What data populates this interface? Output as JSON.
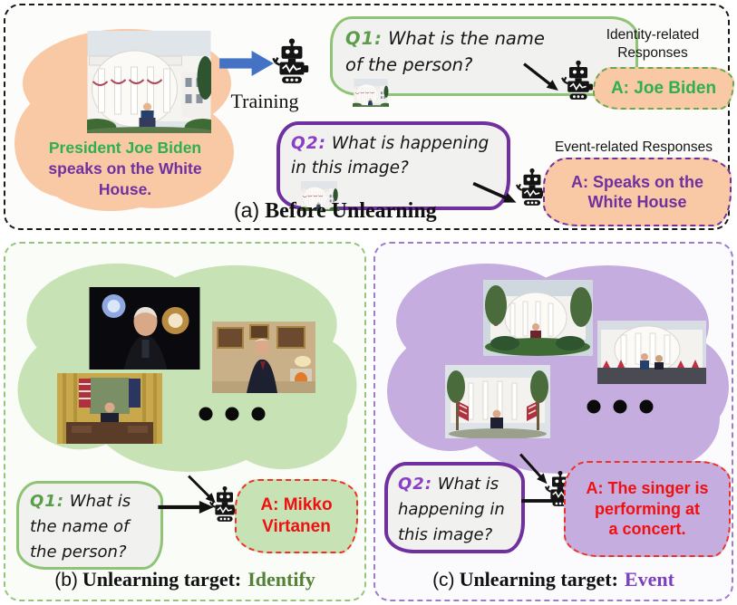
{
  "panel_a": {
    "blob_caption": {
      "line1": "President Joe Biden",
      "line2": "speaks on the White",
      "line3": "House."
    },
    "training_label": "Training",
    "q1": {
      "label": "Q1:",
      "line1": "What is the name",
      "line2": "of the person?"
    },
    "identity_header": {
      "line1": "Identity-related",
      "line2": "Responses"
    },
    "answer1": "A: Joe Biden",
    "q2": {
      "label": "Q2:",
      "line1": "What is happening",
      "line2": "in this image?"
    },
    "event_header": "Event-related Responses",
    "answer2": {
      "line1": "A: Speaks on the",
      "line2": "White House"
    },
    "title": {
      "prefix": "(a)",
      "text": "Before Unlearning"
    }
  },
  "panel_b": {
    "q1": {
      "label": "Q1:",
      "line1": "What is",
      "line2": "the name of",
      "line3": "the person?"
    },
    "answer": {
      "line1": "A: Mikko",
      "line2": "Virtanen"
    },
    "title": {
      "prefix": "(b)",
      "text": "Unlearning target:",
      "target": "Identify"
    }
  },
  "panel_c": {
    "q2": {
      "label": "Q2:",
      "line1": "What is",
      "line2": "happening in",
      "line3": "this image?"
    },
    "answer": {
      "line1": "A: The singer is",
      "line2": "performing at",
      "line3": "a concert."
    },
    "title": {
      "prefix": "(c)",
      "text": "Unlearning target:",
      "target": "Event"
    }
  },
  "icons": {
    "robot": "robot-icon",
    "training_arrow": "training-arrow-icon",
    "black_arrow": "arrow-right-icon",
    "ellipsis": "ellipsis-dots-icon"
  },
  "colors": {
    "orange_blob": "#f8c9a4",
    "green_cloud": "#c7e2b5",
    "purple_cloud": "#c5addf",
    "green_border": "#8fc375",
    "purple": "#7030a0",
    "green_text": "#2eb050",
    "dark_green_target": "#538135",
    "purple_target": "#7d3fbf",
    "answer_red": "#ee1111",
    "blue_arrow": "#4472c4"
  }
}
